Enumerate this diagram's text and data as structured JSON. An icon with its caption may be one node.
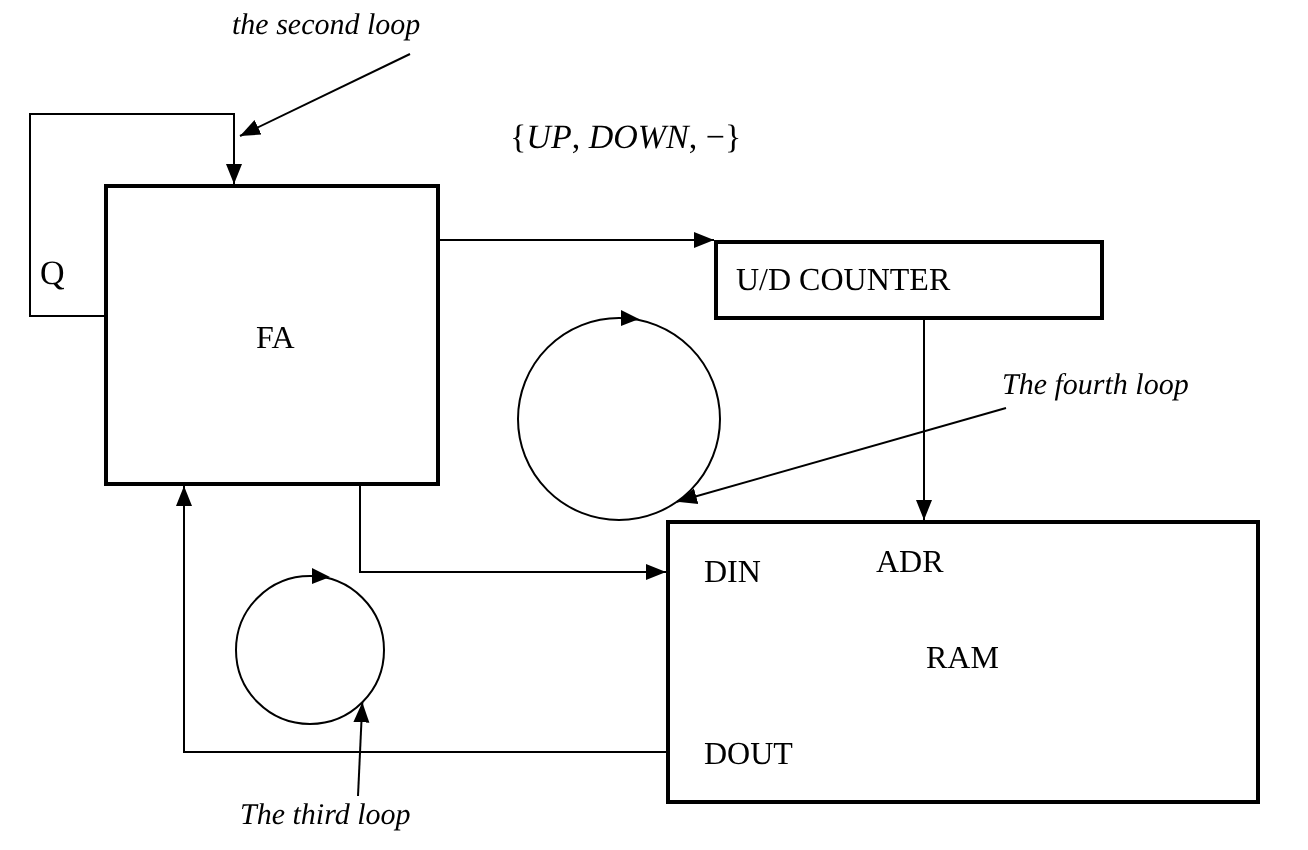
{
  "diagram": {
    "nodes": [
      {
        "text": [
          "FA"
        ]
      },
      {
        "text": [
          "U/D COUNTER"
        ]
      },
      {
        "text": [
          "DIN",
          "ADR",
          "RAM",
          "DOUT"
        ]
      },
      {
        "text": [
          "the second loop"
        ]
      },
      {
        "text": [
          "The fourth loop"
        ]
      },
      {
        "text": [
          "The third loop"
        ]
      },
      {
        "text": [],
        "shape": "circle"
      },
      {
        "text": [],
        "shape": "circle"
      }
    ],
    "edges": [
      {
        "from": 0,
        "to": 0,
        "arrow": "to"
      },
      {
        "from": 3,
        "to": 0,
        "arrow": "to"
      },
      {
        "from": 0,
        "to": 1,
        "arrow": "to"
      },
      {
        "from": 1,
        "to": 2,
        "arrow": "to"
      },
      {
        "from": 0,
        "to": 2,
        "arrow": "to"
      },
      {
        "from": 2,
        "to": 0,
        "arrow": "to"
      },
      {
        "from": 4,
        "to": 6,
        "arrow": "to"
      },
      {
        "from": 5,
        "to": 7,
        "arrow": "to"
      }
    ],
    "labels": [
      "{*UP*, *DOWN*, −}",
      "Q"
    ]
  }
}
